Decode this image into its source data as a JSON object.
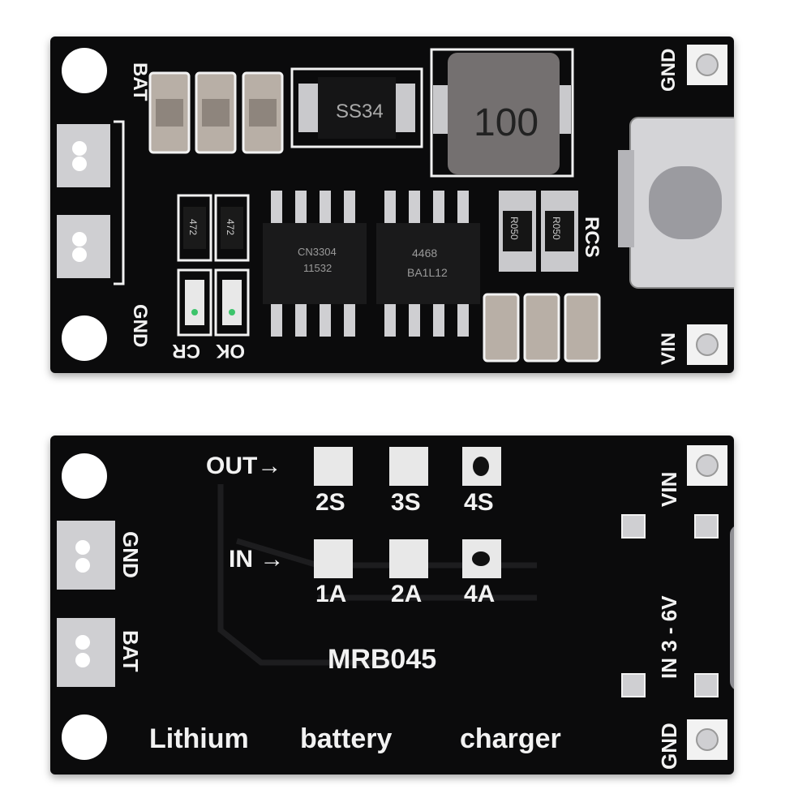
{
  "top": {
    "silkscreen": {
      "bat": "BAT",
      "gnd_left": "GND",
      "gnd_right": "GND",
      "vin": "VIN",
      "rcs": "RCS",
      "cr": "CR",
      "ok": "OK"
    },
    "markings": {
      "diode": "SS34",
      "inductor": "100",
      "ic1_line1": "CN3304",
      "ic1_line2": "11532",
      "ic2_line1": "4468",
      "ic2_line2": "BA1L12",
      "resistor_small_1": "472",
      "resistor_small_2": "472",
      "resistor_sense_1": "R050",
      "resistor_sense_2": "R050"
    }
  },
  "bottom": {
    "silkscreen": {
      "out": "OUT→",
      "in": "IN →",
      "out_2s": "2S",
      "out_3s": "3S",
      "out_4s": "4S",
      "in_1a": "1A",
      "in_2a": "2A",
      "in_4a": "4A",
      "gnd_left": "GND",
      "bat_left": "BAT",
      "vin": "VIN",
      "input_range": "IN  3 - 6V",
      "gnd_right": "GND",
      "model": "MRB045",
      "word_1": "Lithium",
      "word_2": "battery",
      "word_3": "charger"
    }
  },
  "colors": {
    "pcb": "#0b0b0c",
    "silkscreen": "#f2f2f2",
    "solder": "#d9d9dc"
  }
}
